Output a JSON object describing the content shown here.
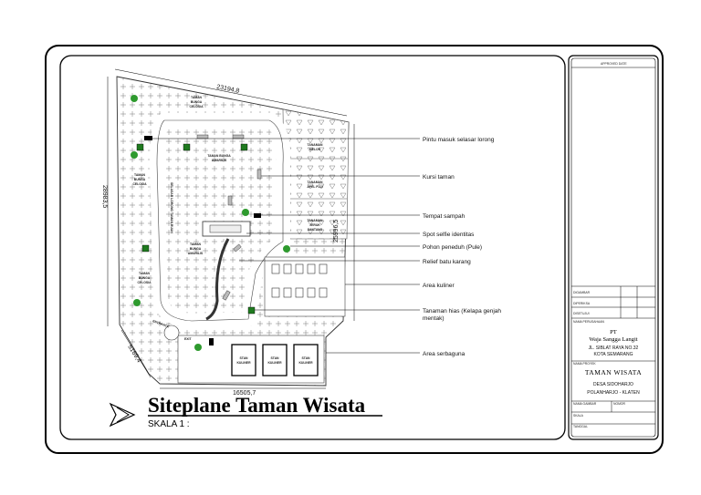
{
  "drawing": {
    "title": "Siteplane Taman Wisata",
    "scale_label": "SKALA  1 :",
    "dimensions": {
      "top": "23194,8",
      "left": "28983,5",
      "right": "25996,5",
      "bottom": "16505,7",
      "corner": "5169,4"
    },
    "zone_labels": {
      "taman_bunga_celosia_top": [
        "TAMAN",
        "BUNGA",
        "CELOSIA"
      ],
      "taman_bunga_amarilis_top": [
        "TAMAN BUNGA",
        "AMARILIS"
      ],
      "taman_bunga_celosia_mid": [
        "TAMAN",
        "BUNGA",
        "CELOSIA"
      ],
      "taman_bunga_amarilis_mid": [
        "TAMAN",
        "BUNGA",
        "AMARILIS"
      ],
      "taman_bunga_celosia_bottom": [
        "TAMAN",
        "BUNGA",
        "CELOSIA"
      ],
      "tanaman_melon": [
        "TANAMAN",
        "MELON"
      ],
      "tanaman_apel_fuji": [
        "TANAMAN",
        "APEL FUJI"
      ],
      "tanaman_jeruk_santang": [
        "TANAMAN",
        "JERUK",
        "SANTANG"
      ],
      "selasar": "SELASAR LORONG TAMAN BUAH",
      "entrance": "ENTRANCE",
      "exit": "EXIT",
      "stan_kuliner": [
        "STAN",
        "KULINER"
      ]
    },
    "callouts": [
      "Pintu masuk selasar lorong",
      "Kursi taman",
      "Tempat sampah",
      "Spot selfie identitas",
      "Pohon peneduh (Pule)",
      "Relief batu karang",
      "Area kuliner",
      "Tanaman hias (Kelapa genjah",
      "mentak)",
      "Area serbaguna"
    ]
  },
  "title_block": {
    "approved_label": "APPROVED DATE",
    "rows": [
      "DIGAMBAR",
      "DIPERIKSA",
      "DISETUJUI"
    ],
    "company_label": "NAMA PERUSAHAAN",
    "company_name": "PT",
    "company_name2": "Waja Sangga Langit",
    "company_address": "JL. SIBLAT RAYA NO.32",
    "company_city": "KOTA   SEMARANG",
    "project_label": "NAMA PROYEK",
    "project_name": "TAMAN  WISATA",
    "project_village": "DESA  SIDOHARJO",
    "project_district": "POLANHARJO - KLATEN",
    "bottom_labels": [
      "NAMA GAMBAR",
      "SKALA",
      "TANGGAL",
      "NOMOR"
    ]
  }
}
